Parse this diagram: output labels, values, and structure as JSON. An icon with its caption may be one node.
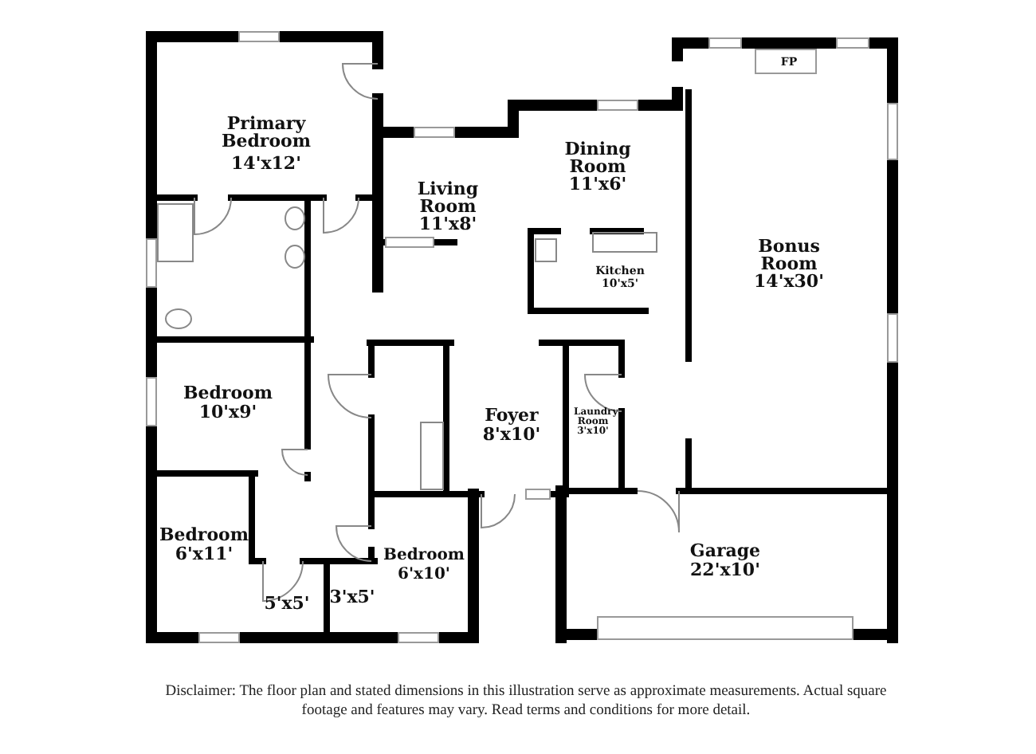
{
  "diagram": {
    "caption": "Disclaimer: The floor plan and stated dimensions in this illustration serve as approximate measurements. Actual square footage and features may vary. Read terms and conditions for more detail.",
    "labels": [
      "FP",
      "Primary Bedroom",
      "14'x12'",
      "Dining Room",
      "11'x6'",
      "Living Room",
      "11'x8'",
      "Bonus Room",
      "14'x30'",
      "Kitchen",
      "10'x5'",
      "Bedroom",
      "10'x9'",
      "Foyer",
      "8'x10'",
      "Laundry Room",
      "3'x10'",
      "Bedroom",
      "6'x11'",
      "Bedroom",
      "6'x10'",
      "Garage",
      "22'x10'",
      "5'x5'",
      "3'x5'"
    ]
  }
}
